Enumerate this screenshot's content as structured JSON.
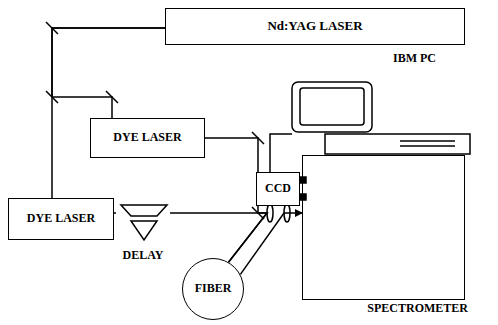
{
  "diagram": {
    "nodes": [
      {
        "text": [
          "Nd:YAG LASER"
        ]
      },
      {
        "text": [
          "IBM PC"
        ]
      },
      {
        "text": [
          "DYE LASER"
        ]
      },
      {
        "text": [
          "CCD"
        ]
      },
      {
        "text": [
          "DYE LASER"
        ]
      },
      {
        "text": [
          "DELAY"
        ]
      },
      {
        "text": [
          "FIBER"
        ]
      },
      {
        "text": [
          "SPECTROMETER"
        ]
      }
    ],
    "edges": [
      {
        "from": 0,
        "to": 2,
        "arrow": "none"
      },
      {
        "from": 0,
        "to": 4,
        "arrow": "none"
      },
      {
        "from": 1,
        "to": 3,
        "arrow": "none"
      },
      {
        "from": 2,
        "to": 6,
        "arrow": "none"
      },
      {
        "from": 4,
        "to": 5,
        "arrow": "none"
      },
      {
        "from": 5,
        "to": 6,
        "arrow": "none"
      },
      {
        "from": 6,
        "to": 7,
        "arrow": "to"
      }
    ]
  }
}
